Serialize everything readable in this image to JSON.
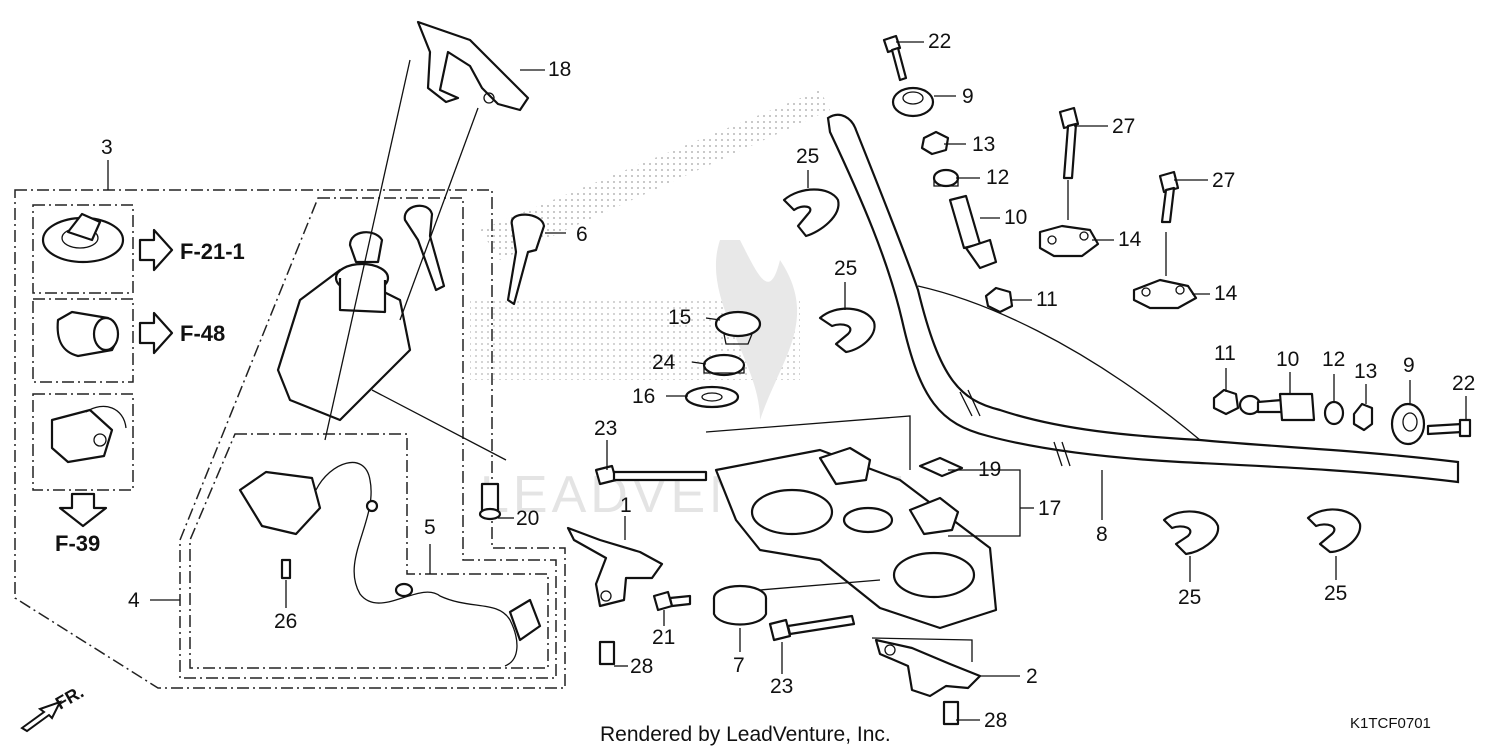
{
  "diagram": {
    "callouts": [
      {
        "id": "c18",
        "text": "18"
      },
      {
        "id": "c3",
        "text": "3"
      },
      {
        "id": "c6",
        "text": "6"
      },
      {
        "id": "c25a",
        "text": "25"
      },
      {
        "id": "c25b",
        "text": "25"
      },
      {
        "id": "c22a",
        "text": "22"
      },
      {
        "id": "c9a",
        "text": "9"
      },
      {
        "id": "c13a",
        "text": "13"
      },
      {
        "id": "c12a",
        "text": "12"
      },
      {
        "id": "c10a",
        "text": "10"
      },
      {
        "id": "c11a",
        "text": "11"
      },
      {
        "id": "c27a",
        "text": "27"
      },
      {
        "id": "c27b",
        "text": "27"
      },
      {
        "id": "c14a",
        "text": "14"
      },
      {
        "id": "c14b",
        "text": "14"
      },
      {
        "id": "c15",
        "text": "15"
      },
      {
        "id": "c24",
        "text": "24"
      },
      {
        "id": "c16",
        "text": "16"
      },
      {
        "id": "c23a",
        "text": "23"
      },
      {
        "id": "c20",
        "text": "20"
      },
      {
        "id": "c1",
        "text": "1"
      },
      {
        "id": "c19",
        "text": "19"
      },
      {
        "id": "c17",
        "text": "17"
      },
      {
        "id": "c8",
        "text": "8"
      },
      {
        "id": "c11b",
        "text": "11"
      },
      {
        "id": "c10b",
        "text": "10"
      },
      {
        "id": "c12b",
        "text": "12"
      },
      {
        "id": "c13b",
        "text": "13"
      },
      {
        "id": "c9b",
        "text": "9"
      },
      {
        "id": "c22b",
        "text": "22"
      },
      {
        "id": "c5",
        "text": "5"
      },
      {
        "id": "c4",
        "text": "4"
      },
      {
        "id": "c26",
        "text": "26"
      },
      {
        "id": "c21",
        "text": "21"
      },
      {
        "id": "c7",
        "text": "7"
      },
      {
        "id": "c23b",
        "text": "23"
      },
      {
        "id": "c28a",
        "text": "28"
      },
      {
        "id": "c2",
        "text": "2"
      },
      {
        "id": "c28b",
        "text": "28"
      },
      {
        "id": "c25c",
        "text": "25"
      },
      {
        "id": "c25d",
        "text": "25"
      }
    ],
    "references": [
      {
        "id": "ref1",
        "text": "F-21-1"
      },
      {
        "id": "ref2",
        "text": "F-48"
      },
      {
        "id": "ref3",
        "text": "F-39"
      }
    ],
    "direction_label": "FR.",
    "footer": "Rendered by LeadVenture, Inc.",
    "diagram_code": "K1TCF0701",
    "watermark": "LEADVENTURE"
  },
  "colors": {
    "ink": "#111111",
    "watermark": "#e4e4e4",
    "stipple": "#b8b8b8"
  }
}
